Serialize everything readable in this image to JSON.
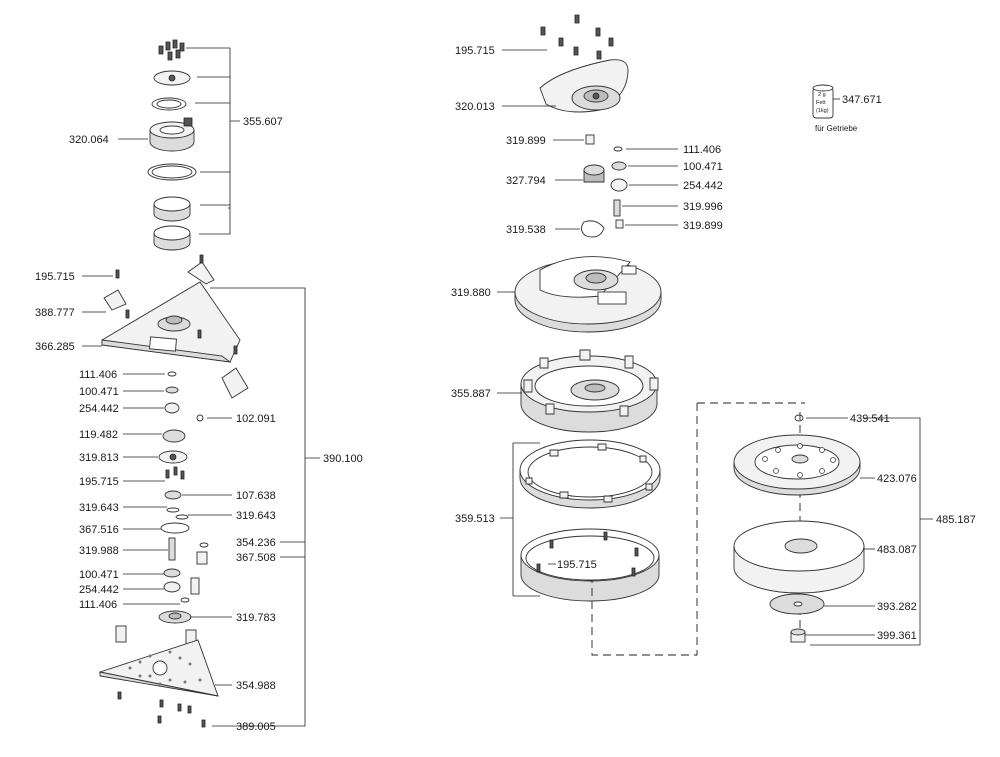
{
  "labels": {
    "l355607": "355.607",
    "l320064": "320.064",
    "l195715a": "195.715",
    "l388777": "388.777",
    "l366285": "366.285",
    "l111406a": "111.406",
    "l100471a": "100.471",
    "l254442a": "254.442",
    "l102091": "102.091",
    "l119482": "119.482",
    "l319813": "319.813",
    "l195715b": "195.715",
    "l107638": "107.638",
    "l319643a": "319.643",
    "l319643b": "319.643",
    "l367516": "367.516",
    "l354236": "354.236",
    "l319988": "319.988",
    "l367508": "367.508",
    "l100471b": "100.471",
    "l254442b": "254.442",
    "l111406b": "111.406",
    "l319783": "319.783",
    "l354988": "354.988",
    "l389005": "389.005",
    "l390100": "390.100",
    "l195715c": "195.715",
    "l320013": "320.013",
    "l319899a": "319.899",
    "l111406c": "111.406",
    "l100471c": "100.471",
    "l327794": "327.794",
    "l254442c": "254.442",
    "l319996": "319.996",
    "l319538": "319.538",
    "l319899b": "319.899",
    "l319880": "319.880",
    "l355887": "355.887",
    "l359513": "359.513",
    "l195715d": "195.715",
    "l439541": "439.541",
    "l423076": "423.076",
    "l485187": "485.187",
    "l483087": "483.087",
    "l393282": "393.282",
    "l399361": "399.361",
    "l347671": "347.671",
    "fuer_getriebe": "für Getriebe",
    "grease_2g": "2 g",
    "grease_fett": "Fett",
    "grease_1kg": "(1kg)"
  }
}
